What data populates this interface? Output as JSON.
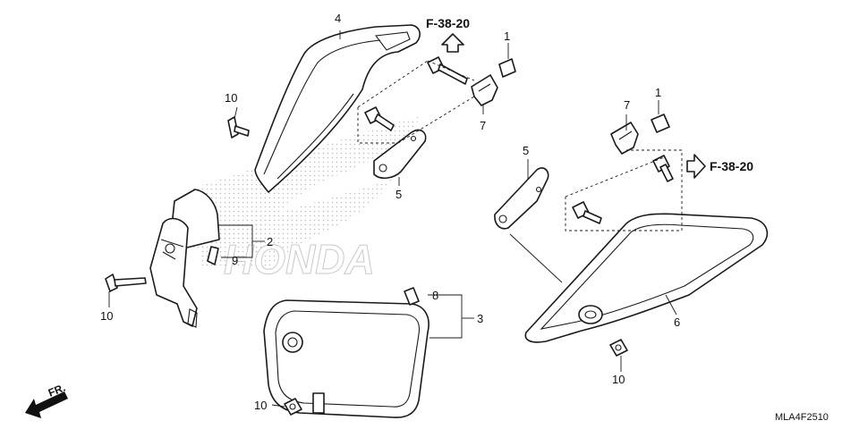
{
  "callouts": {
    "c1a": "1",
    "c1b": "1",
    "c2": "2",
    "c3": "3",
    "c4": "4",
    "c5a": "5",
    "c5b": "5",
    "c6": "6",
    "c7a": "7",
    "c7b": "7",
    "c8": "8",
    "c9": "9",
    "c10a": "10",
    "c10b": "10",
    "c10c": "10",
    "c10d": "10"
  },
  "refs": {
    "top": "F-38-20",
    "right": "F-38-20"
  },
  "direction_label": "FR.",
  "diagram_code": "MLA4F2510",
  "watermark": "HONDA",
  "colors": {
    "line": "#1a1a1a",
    "watermark": "#c9c9c9",
    "background": "#ffffff"
  }
}
